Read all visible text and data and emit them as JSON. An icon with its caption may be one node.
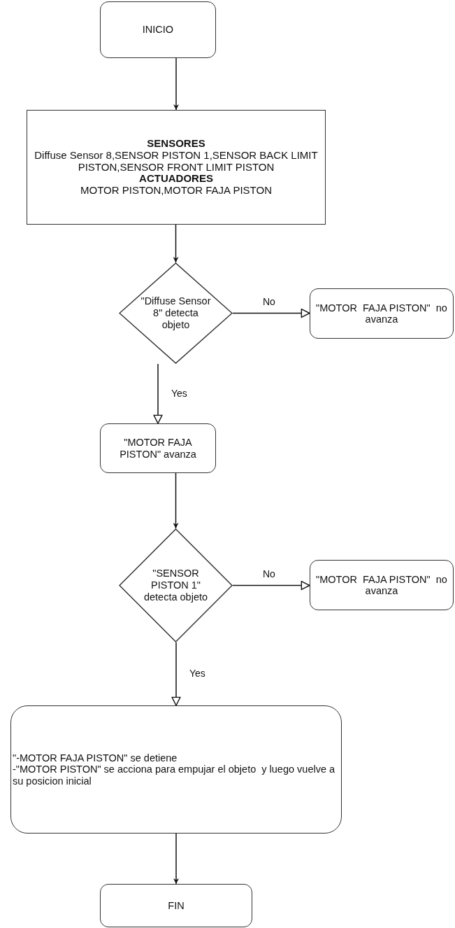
{
  "diagram": {
    "nodes": [
      {
        "text": [
          "INICIO"
        ]
      },
      {
        "text": [
          "SENSORES",
          "Diffuse Sensor 8,SENSOR PISTON 1,SENSOR BACK LIMIT PISTON,SENSOR FRONT LIMIT PISTON",
          "ACTUADORES",
          "MOTOR PISTON,MOTOR FAJA PISTON"
        ]
      },
      {
        "text": [
          "\"Diffuse Sensor 8\" detecta objeto"
        ]
      },
      {
        "text": [
          "\"MOTOR  FAJA PISTON\"  no avanza"
        ]
      },
      {
        "text": [
          "\"MOTOR FAJA PISTON\" avanza"
        ]
      },
      {
        "text": [
          "\"SENSOR PISTON 1\" detecta objeto"
        ]
      },
      {
        "text": [
          "\"MOTOR  FAJA PISTON\"  no avanza"
        ]
      },
      {
        "text": [
          "\"-MOTOR FAJA PISTON\" se detiene",
          "-\"MOTOR PISTON\" se acciona para empujar el objeto  y luego vuelve a su posicion inicial"
        ]
      },
      {
        "text": [
          "FIN"
        ]
      }
    ],
    "edges": [
      {
        "from": 0,
        "to": 1,
        "arrow": "to"
      },
      {
        "from": 1,
        "to": 2,
        "arrow": "to"
      },
      {
        "from": 2,
        "to": 3,
        "arrow": "to",
        "label": "No"
      },
      {
        "from": 2,
        "to": 4,
        "arrow": "to",
        "label": "Yes"
      },
      {
        "from": 4,
        "to": 5,
        "arrow": "to"
      },
      {
        "from": 5,
        "to": 6,
        "arrow": "to",
        "label": "No"
      },
      {
        "from": 5,
        "to": 7,
        "arrow": "to",
        "label": "Yes"
      },
      {
        "from": 7,
        "to": 8,
        "arrow": "to"
      }
    ]
  }
}
